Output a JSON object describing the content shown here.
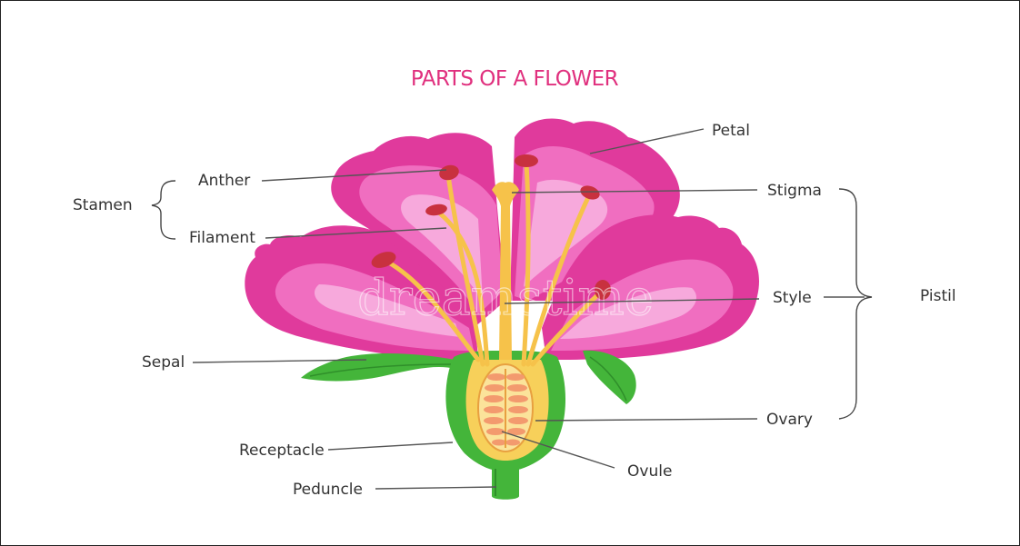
{
  "title": "PARTS OF A FLOWER",
  "watermark": "dreamstime",
  "labels": {
    "petal": "Petal",
    "anther": "Anther",
    "filament": "Filament",
    "stamen": "Stamen",
    "stigma": "Stigma",
    "style": "Style",
    "pistil": "Pistil",
    "sepal": "Sepal",
    "ovary": "Ovary",
    "receptacle": "Receptacle",
    "ovule": "Ovule",
    "peduncle": "Peduncle"
  },
  "colors": {
    "title": "#e0307e",
    "petal_dark": "#e03a9c",
    "petal_mid": "#f06ec0",
    "petal_light": "#f7a9dc",
    "sepal": "#44b53a",
    "sepal_dark": "#2f8f2a",
    "filament": "#f6c24a",
    "anther": "#c8313f",
    "ovary": "#f7d05a",
    "ovule": "#f39a6e"
  }
}
